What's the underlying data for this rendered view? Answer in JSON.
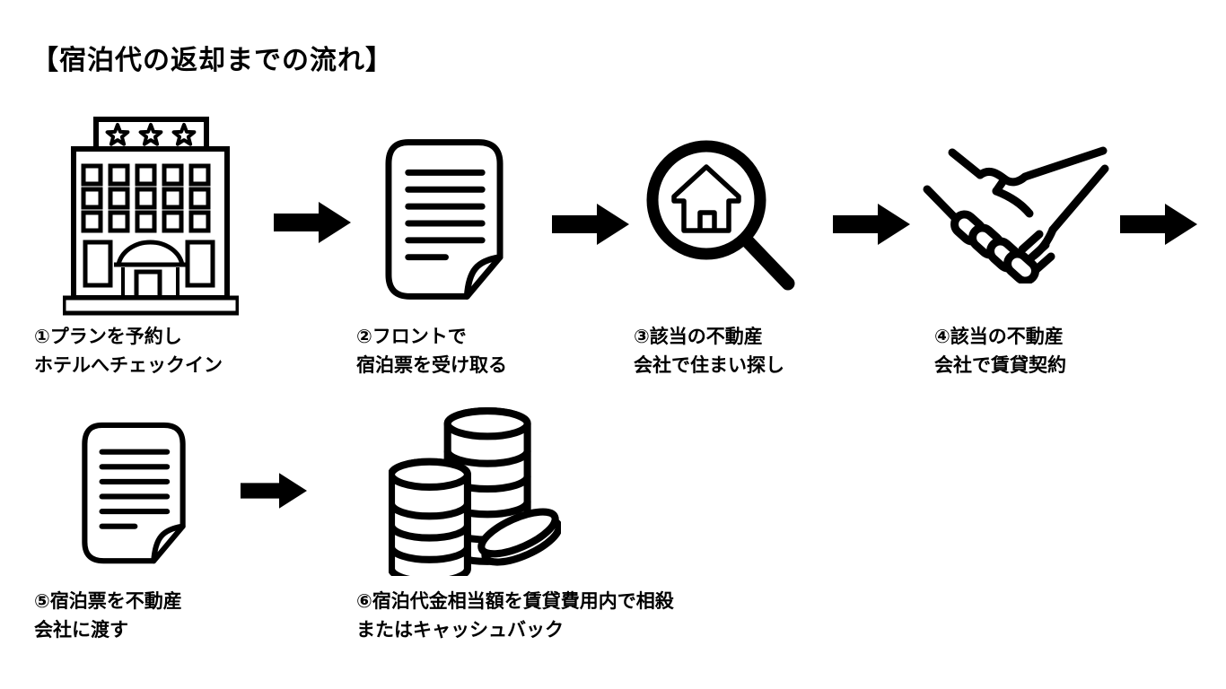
{
  "title": "【宿泊代の返却までの流れ】",
  "colors": {
    "ink": "#000000",
    "background": "#ffffff"
  },
  "flow": {
    "arrow_icon": "right-arrow",
    "steps": [
      {
        "number": "①",
        "icon": "hotel-icon",
        "line1": "①プランを予約し",
        "line2": "ホテルへチェックイン"
      },
      {
        "number": "②",
        "icon": "document-icon",
        "line1": "②フロントで",
        "line2": "宿泊票を受け取る"
      },
      {
        "number": "③",
        "icon": "house-search-icon",
        "line1": "③該当の不動産",
        "line2": "会社で住まい探し"
      },
      {
        "number": "④",
        "icon": "handshake-icon",
        "line1": "④該当の不動産",
        "line2": "会社で賃貸契約"
      },
      {
        "number": "⑤",
        "icon": "document-icon",
        "line1": "⑤宿泊票を不動産",
        "line2": "会社に渡す"
      },
      {
        "number": "⑥",
        "icon": "coins-icon",
        "line1": "⑥宿泊代金相当額を賃貸費用内で相殺",
        "line2": "またはキャッシュバック"
      }
    ]
  }
}
